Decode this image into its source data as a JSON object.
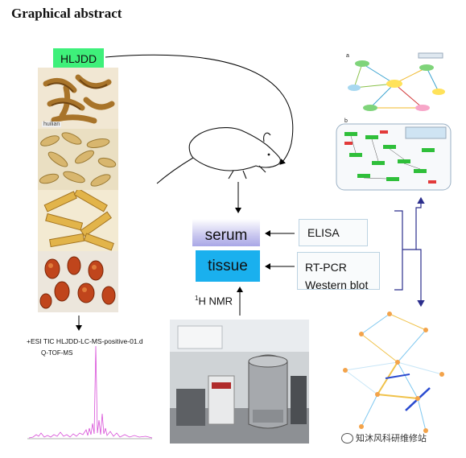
{
  "title": "Graphical abstract",
  "herb_box_label": "HLJDD",
  "herb_photo_caption": "huilian",
  "serum_label": "serum",
  "tissue_label": "tissue",
  "elisa_label": "ELISA",
  "rtpcr_label": "RT-PCR",
  "western_label": "Western blot",
  "nmr_label_sup": "1",
  "nmr_label": "H NMR",
  "ms_title": "+ESI TIC HLJDD-LC-MS-positive-01.d",
  "ms_subtitle": "Q-TOF-MS",
  "panel_a_label": "a",
  "panel_b_label": "b",
  "watermark": "知沐风科研维修站",
  "colors": {
    "herb_box": "#3ef07a",
    "tissue_box": "#1ab0ee",
    "serum_gradient": "#a9a7e6",
    "bracket_arrow": "#2b2e8c",
    "ms_trace": "#d84fd8"
  }
}
